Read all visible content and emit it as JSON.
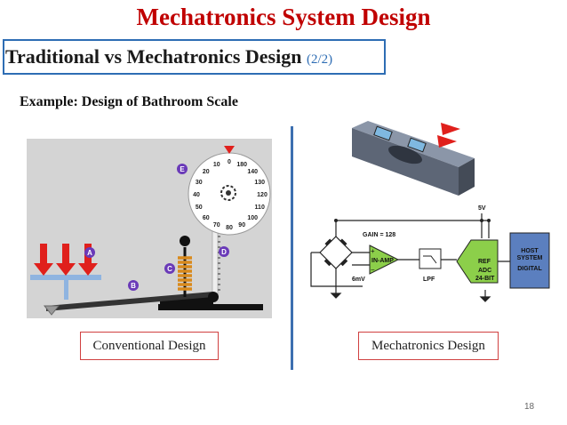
{
  "slide": {
    "title": "Mechatronics System Design",
    "subtitle": "Traditional vs Mechatronics Design",
    "subtitle_page": "(2/2)",
    "example_heading": "Example: Design of Bathroom Scale",
    "page_number": "18"
  },
  "conventional": {
    "caption": "Conventional Design",
    "part_labels": [
      "A",
      "B",
      "C",
      "D",
      "E"
    ],
    "dial_numbers": [
      "0",
      "180",
      "140",
      "130",
      "120",
      "110",
      "100",
      "90",
      "80",
      "70",
      "60",
      "50",
      "40",
      "30",
      "20",
      "10"
    ]
  },
  "mechatronics": {
    "caption": "Mechatronics Design",
    "supply_label": "5V",
    "gain_label": "GAIN = 128",
    "excitation_label": "6mV",
    "amp_label": "IN-AMP",
    "filter_label": "LPF",
    "ref_label": "REF",
    "adc_label_1": "ADC",
    "adc_label_2": "24-BIT",
    "host_label_1": "HOST",
    "host_label_2": "SYSTEM",
    "host_label_3": "DIGITAL"
  },
  "colors": {
    "title": "#c00000",
    "accent_blue": "#2e6db4",
    "caption_border": "#d04040",
    "amp_green": "#8ccf4a",
    "adc_green": "#8ccf4a",
    "host_blue": "#5b7fbf",
    "arrow_red": "#e0201c",
    "label_purple": "#6a3ab8",
    "spring_orange": "#d98a1c"
  }
}
